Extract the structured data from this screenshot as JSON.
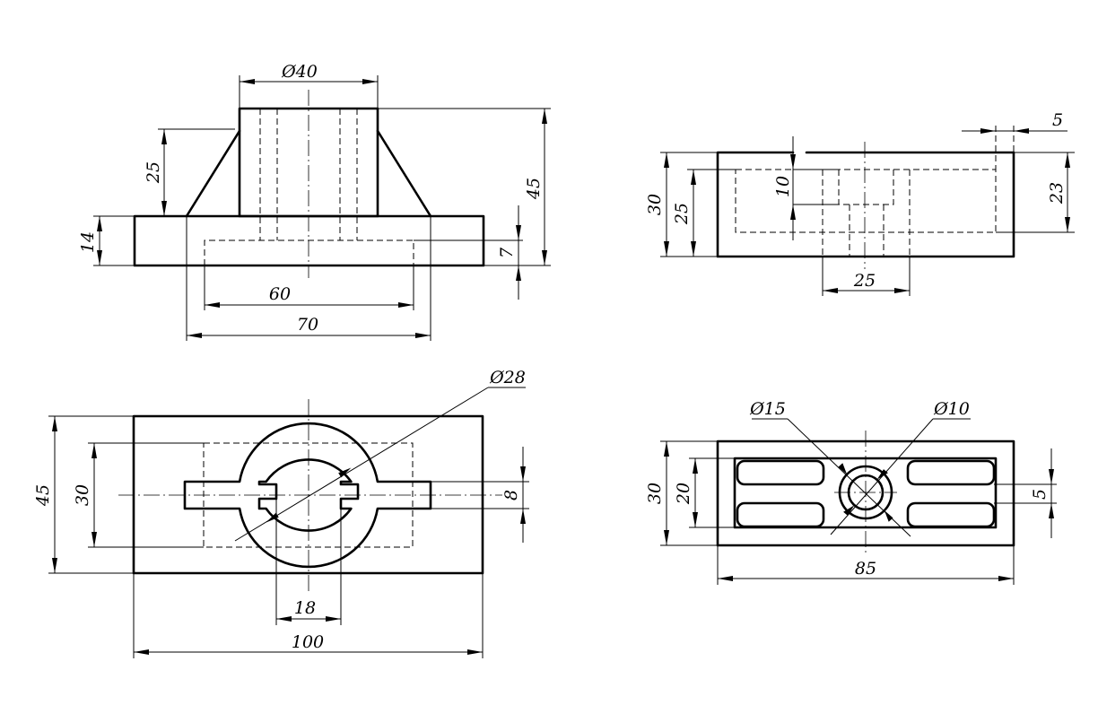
{
  "dimensions": {
    "front": {
      "d40": "Ø40",
      "h25": "25",
      "h45": "45",
      "h14": "14",
      "h7": "7",
      "w60": "60",
      "w70": "70"
    },
    "side": {
      "w5": "5",
      "h10": "10",
      "h30": "30",
      "h25": "25",
      "h23": "23",
      "w25": "25"
    },
    "top": {
      "d28": "Ø28",
      "h45": "45",
      "h30": "30",
      "h8": "8",
      "w18": "18",
      "w100": "100"
    },
    "bottom": {
      "d15": "Ø15",
      "d10": "Ø10",
      "h30": "30",
      "h20": "20",
      "h5": "5",
      "w85": "85"
    }
  }
}
